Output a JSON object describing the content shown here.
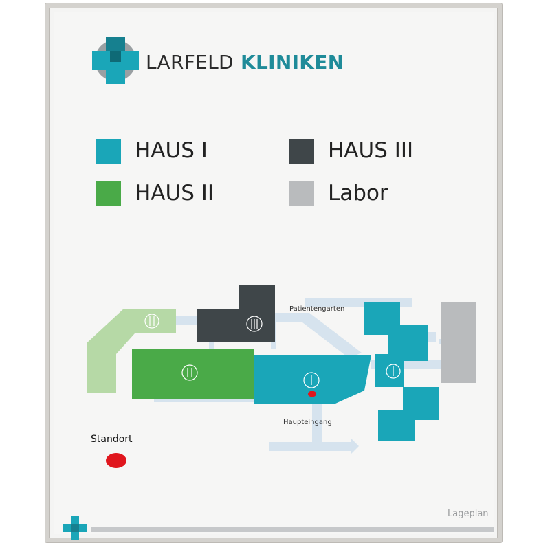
{
  "header": {
    "brand_part1": "LARFELD",
    "brand_part2": "KLINIKEN",
    "logo_icon": "medical-cross-icon"
  },
  "legend": [
    {
      "label": "HAUS I",
      "color": "#1aa6b8"
    },
    {
      "label": "HAUS III",
      "color": "#3f4649"
    },
    {
      "label": "HAUS II",
      "color": "#4aaa48"
    },
    {
      "label": "Labor",
      "color": "#b9bbbd"
    }
  ],
  "map": {
    "buildings": {
      "haus1_label": "I",
      "haus2_label": "II",
      "haus3_label": "III"
    },
    "patientengarten": "Patientengarten",
    "haupteingang": "Haupteingang",
    "standort_label": "Standort",
    "colors": {
      "haus1": "#1aa6b8",
      "haus2": "#4aaa48",
      "haus2_light": "#b6d9a6",
      "haus3": "#3f4649",
      "labor": "#b9bbbd",
      "paths": "#d6e3ee",
      "standort": "#e0161d"
    }
  },
  "footer": {
    "label": "Lageplan",
    "icon": "medical-cross-icon"
  }
}
